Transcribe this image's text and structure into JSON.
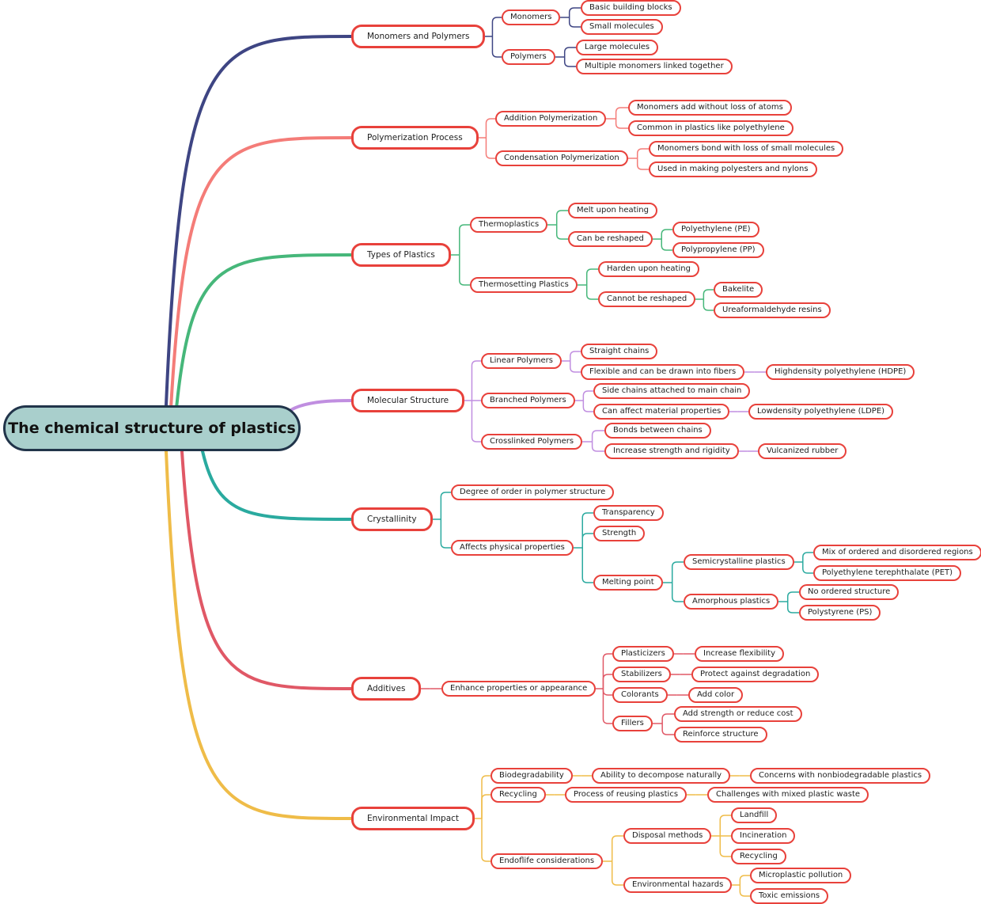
{
  "colors": {
    "node_border": "#e8413b",
    "root_fill": "#a9cfcc",
    "root_border": "#21344a"
  },
  "root": {
    "label": "The chemical structure of plastics"
  },
  "branches": [
    {
      "id": "monomers-and-polymers",
      "label": "Monomers and Polymers",
      "color": "#3e4583",
      "children": [
        {
          "id": "monomers",
          "label": "Monomers",
          "children": [
            {
              "id": "basic-building-blocks",
              "label": "Basic building blocks"
            },
            {
              "id": "small-molecules",
              "label": "Small molecules"
            }
          ]
        },
        {
          "id": "polymers",
          "label": "Polymers",
          "children": [
            {
              "id": "large-molecules",
              "label": "Large molecules"
            },
            {
              "id": "multiple-monomers",
              "label": "Multiple monomers linked together"
            }
          ]
        }
      ]
    },
    {
      "id": "polymerization-process",
      "label": "Polymerization Process",
      "color": "#f47c78",
      "children": [
        {
          "id": "addition-polymerization",
          "label": "Addition Polymerization",
          "children": [
            {
              "id": "add-without-loss",
              "label": "Monomers add without loss of atoms"
            },
            {
              "id": "common-in-plastics",
              "label": "Common in plastics like polyethylene"
            }
          ]
        },
        {
          "id": "condensation-polymerization",
          "label": "Condensation Polymerization",
          "children": [
            {
              "id": "bond-with-loss",
              "label": "Monomers bond with loss of small molecules"
            },
            {
              "id": "polyesters-nylons",
              "label": "Used in making polyesters and nylons"
            }
          ]
        }
      ]
    },
    {
      "id": "types-of-plastics",
      "label": "Types of Plastics",
      "color": "#46b77a",
      "children": [
        {
          "id": "thermoplastics",
          "label": "Thermoplastics",
          "children": [
            {
              "id": "melt-upon-heating",
              "label": "Melt upon heating"
            },
            {
              "id": "can-be-reshaped",
              "label": "Can be reshaped",
              "children": [
                {
                  "id": "polyethylene-pe",
                  "label": "Polyethylene (PE)"
                },
                {
                  "id": "polypropylene-pp",
                  "label": "Polypropylene (PP)"
                }
              ]
            }
          ]
        },
        {
          "id": "thermosetting-plastics",
          "label": "Thermosetting Plastics",
          "children": [
            {
              "id": "harden-upon-heating",
              "label": "Harden upon heating"
            },
            {
              "id": "cannot-be-reshaped",
              "label": "Cannot be reshaped",
              "children": [
                {
                  "id": "bakelite",
                  "label": "Bakelite"
                },
                {
                  "id": "ureaformaldehyde",
                  "label": "Ureaformaldehyde resins"
                }
              ]
            }
          ]
        }
      ]
    },
    {
      "id": "molecular-structure",
      "label": "Molecular Structure",
      "color": "#c08ee0",
      "children": [
        {
          "id": "linear-polymers",
          "label": "Linear Polymers",
          "children": [
            {
              "id": "straight-chains",
              "label": "Straight chains"
            },
            {
              "id": "flexible-fibers",
              "label": "Flexible and can be drawn into fibers",
              "children": [
                {
                  "id": "hdpe",
                  "label": "Highdensity polyethylene (HDPE)"
                }
              ]
            }
          ]
        },
        {
          "id": "branched-polymers",
          "label": "Branched Polymers",
          "children": [
            {
              "id": "side-chains",
              "label": "Side chains attached to main chain"
            },
            {
              "id": "affect-properties",
              "label": "Can affect material properties",
              "children": [
                {
                  "id": "ldpe",
                  "label": "Lowdensity polyethylene (LDPE)"
                }
              ]
            }
          ]
        },
        {
          "id": "crosslinked-polymers",
          "label": "Crosslinked Polymers",
          "children": [
            {
              "id": "bonds-between-chains",
              "label": "Bonds between chains"
            },
            {
              "id": "increase-strength",
              "label": "Increase strength and rigidity",
              "children": [
                {
                  "id": "vulcanized-rubber",
                  "label": "Vulcanized rubber"
                }
              ]
            }
          ]
        }
      ]
    },
    {
      "id": "crystallinity",
      "label": "Crystallinity",
      "color": "#2aaa9f",
      "children": [
        {
          "id": "degree-of-order",
          "label": "Degree of order in polymer structure"
        },
        {
          "id": "affects-physical",
          "label": "Affects physical properties",
          "children": [
            {
              "id": "transparency",
              "label": "Transparency"
            },
            {
              "id": "strength",
              "label": "Strength"
            },
            {
              "id": "melting-point",
              "label": "Melting point",
              "children": [
                {
                  "id": "semicrystalline",
                  "label": "Semicrystalline plastics",
                  "children": [
                    {
                      "id": "mix-ordered",
                      "label": "Mix of ordered and disordered regions"
                    },
                    {
                      "id": "pet",
                      "label": "Polyethylene terephthalate (PET)"
                    }
                  ]
                },
                {
                  "id": "amorphous",
                  "label": "Amorphous plastics",
                  "children": [
                    {
                      "id": "no-ordered",
                      "label": "No ordered structure"
                    },
                    {
                      "id": "polystyrene",
                      "label": "Polystyrene (PS)"
                    }
                  ]
                }
              ]
            }
          ]
        }
      ]
    },
    {
      "id": "additives",
      "label": "Additives",
      "color": "#e05866",
      "children": [
        {
          "id": "enhance-properties",
          "label": "Enhance properties or appearance",
          "children": [
            {
              "id": "plasticizers",
              "label": "Plasticizers",
              "children": [
                {
                  "id": "increase-flexibility",
                  "label": "Increase flexibility"
                }
              ]
            },
            {
              "id": "stabilizers",
              "label": "Stabilizers",
              "children": [
                {
                  "id": "protect-degradation",
                  "label": "Protect against degradation"
                }
              ]
            },
            {
              "id": "colorants",
              "label": "Colorants",
              "children": [
                {
                  "id": "add-color",
                  "label": "Add color"
                }
              ]
            },
            {
              "id": "fillers",
              "label": "Fillers",
              "children": [
                {
                  "id": "add-strength",
                  "label": "Add strength or reduce cost"
                },
                {
                  "id": "reinforce",
                  "label": "Reinforce structure"
                }
              ]
            }
          ]
        }
      ]
    },
    {
      "id": "environmental-impact",
      "label": "Environmental Impact",
      "color": "#efbc48",
      "children": [
        {
          "id": "biodegradability",
          "label": "Biodegradability",
          "children": [
            {
              "id": "decompose-naturally",
              "label": "Ability to decompose naturally",
              "children": [
                {
                  "id": "concerns-nonbio",
                  "label": "Concerns with nonbiodegradable plastics"
                }
              ]
            }
          ]
        },
        {
          "id": "recycling",
          "label": "Recycling",
          "children": [
            {
              "id": "process-reusing",
              "label": "Process of reusing plastics",
              "children": [
                {
                  "id": "mixed-waste",
                  "label": "Challenges with mixed plastic waste"
                }
              ]
            }
          ]
        },
        {
          "id": "endoflife",
          "label": "Endoflife considerations",
          "children": [
            {
              "id": "disposal-methods",
              "label": "Disposal methods",
              "children": [
                {
                  "id": "landfill",
                  "label": "Landfill"
                },
                {
                  "id": "incineration",
                  "label": "Incineration"
                },
                {
                  "id": "recycling-method",
                  "label": "Recycling"
                }
              ]
            },
            {
              "id": "environmental-hazards",
              "label": "Environmental hazards",
              "children": [
                {
                  "id": "microplastic",
                  "label": "Microplastic pollution"
                },
                {
                  "id": "toxic-emissions",
                  "label": "Toxic emissions"
                }
              ]
            }
          ]
        }
      ]
    }
  ]
}
